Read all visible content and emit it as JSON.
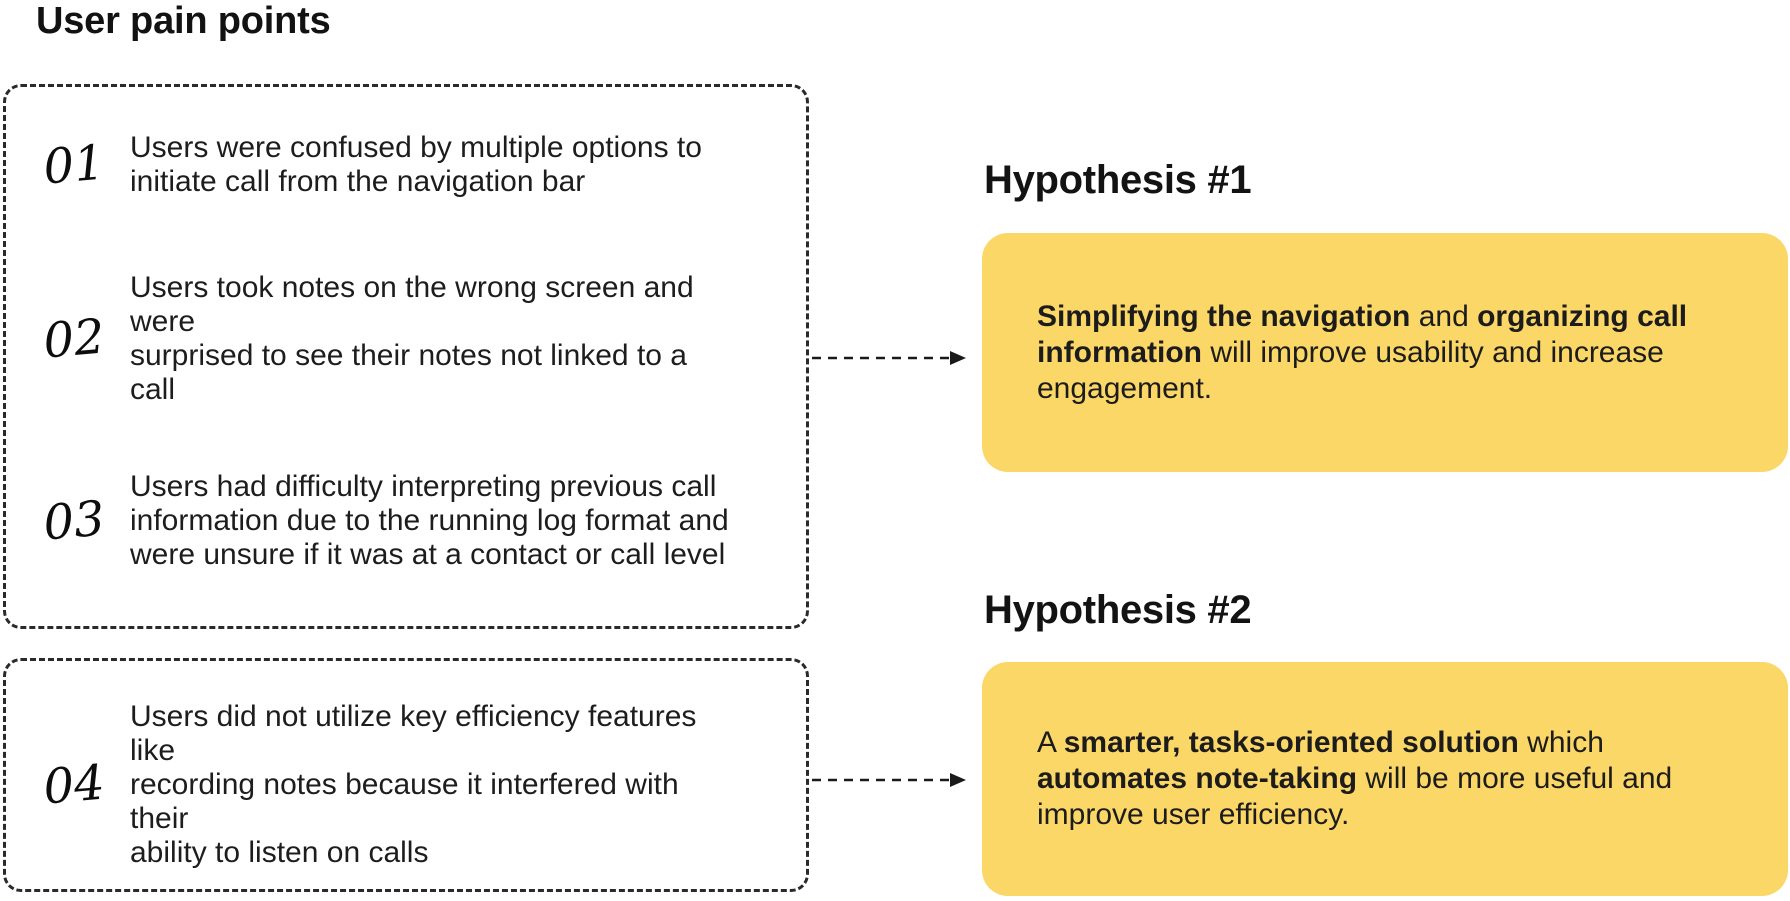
{
  "page": {
    "title": "User pain points"
  },
  "pain_points": [
    {
      "number": "01",
      "lines": [
        "Users were confused by multiple options to",
        "initiate call from the navigation bar"
      ]
    },
    {
      "number": "02",
      "lines": [
        "Users took notes on the wrong screen and were",
        "surprised to see their notes not linked to a call"
      ]
    },
    {
      "number": "03",
      "lines": [
        "Users had difficulty interpreting previous call",
        "information due to the running log format and",
        "were unsure if it was at a contact or call level"
      ]
    },
    {
      "number": "04",
      "lines": [
        "Users did not utilize key efficiency features like",
        "recording notes because it interfered with their",
        "ability to listen on calls"
      ]
    }
  ],
  "hypotheses": [
    {
      "heading": "Hypothesis #1",
      "segments": [
        {
          "b": true,
          "t": "Simplifying the navigation"
        },
        {
          "b": false,
          "t": " and "
        },
        {
          "b": true,
          "t": "organizing call\ninformation"
        },
        {
          "b": false,
          "t": " will improve usability and increase\nengagement."
        }
      ]
    },
    {
      "heading": "Hypothesis #2",
      "segments": [
        {
          "b": false,
          "t": "A "
        },
        {
          "b": true,
          "t": "smarter, tasks-oriented solution"
        },
        {
          "b": false,
          "t": " which\n"
        },
        {
          "b": true,
          "t": "automates note-taking"
        },
        {
          "b": false,
          "t": " will be more useful and\nimprove user efficiency."
        }
      ]
    }
  ],
  "colors": {
    "highlight": "#FBD767",
    "ink": "#1A1A1A"
  }
}
